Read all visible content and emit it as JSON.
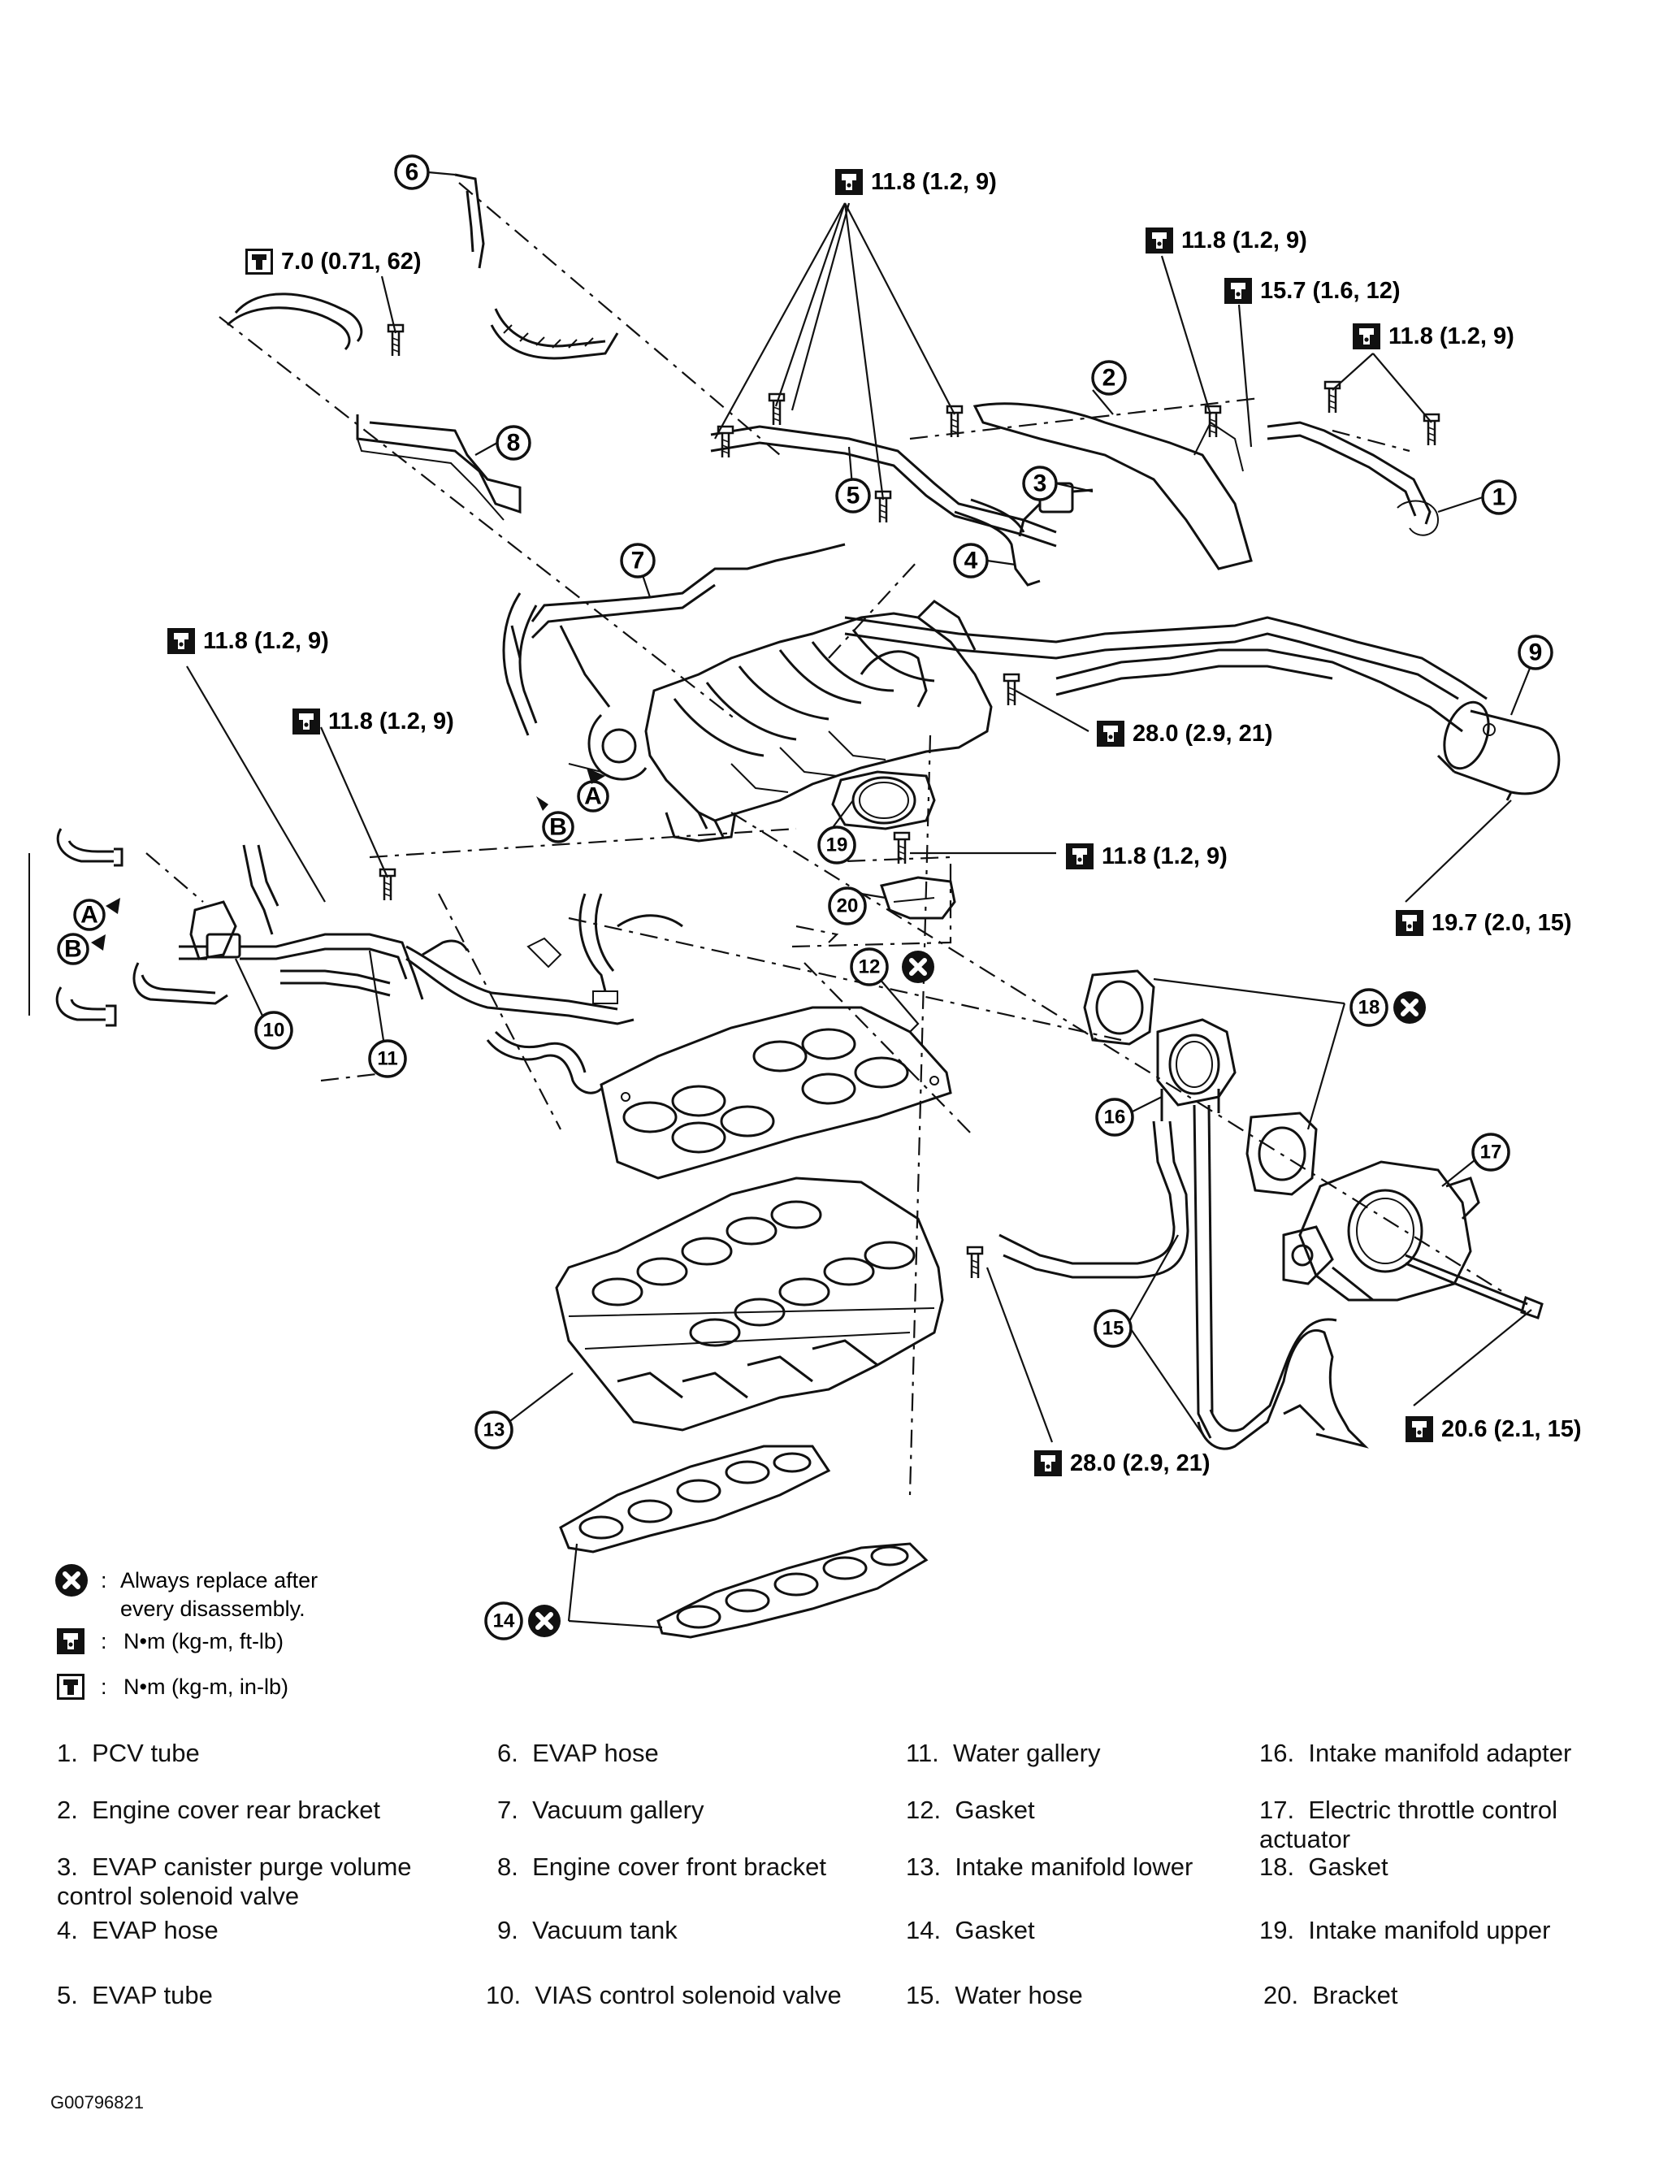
{
  "diagram": {
    "callouts": [
      "1",
      "2",
      "3",
      "4",
      "5",
      "6",
      "7",
      "8",
      "9",
      "10",
      "11",
      "12",
      "13",
      "14",
      "15",
      "16",
      "17",
      "18",
      "19",
      "20"
    ],
    "letters": [
      "A",
      "B"
    ],
    "torque_specs": [
      {
        "id": "t_top",
        "text": "11.8 (1.2, 9)"
      },
      {
        "id": "t_70",
        "text": "7.0 (0.71, 62)"
      },
      {
        "id": "t_r1",
        "text": "11.8 (1.2, 9)"
      },
      {
        "id": "t_157",
        "text": "15.7 (1.6, 12)"
      },
      {
        "id": "t_r2",
        "text": "11.8 (1.2, 9)"
      },
      {
        "id": "t_l1",
        "text": "11.8 (1.2, 9)"
      },
      {
        "id": "t_l2",
        "text": "11.8 (1.2, 9)"
      },
      {
        "id": "t_280a",
        "text": "28.0 (2.9, 21)"
      },
      {
        "id": "t_c1",
        "text": "11.8 (1.2, 9)"
      },
      {
        "id": "t_197",
        "text": "19.7 (2.0, 15)"
      },
      {
        "id": "t_280b",
        "text": "28.0 (2.9, 21)"
      },
      {
        "id": "t_206",
        "text": "20.6 (2.1, 15)"
      }
    ]
  },
  "legend": {
    "replace": [
      "Always replace after",
      "every disassembly."
    ],
    "torque_ft": "N•m  (kg-m, ft-lb)",
    "torque_in": "N•m  (kg-m, in-lb)",
    "separator": ":"
  },
  "parts": [
    {
      "num": "1.",
      "name": "PCV tube"
    },
    {
      "num": "2.",
      "name": "Engine cover rear bracket"
    },
    {
      "num": "3.",
      "name": "EVAP canister purge volume control solenoid valve"
    },
    {
      "num": "4.",
      "name": "EVAP hose"
    },
    {
      "num": "5.",
      "name": "EVAP tube"
    },
    {
      "num": "6.",
      "name": "EVAP hose"
    },
    {
      "num": "7.",
      "name": "Vacuum gallery"
    },
    {
      "num": "8.",
      "name": "Engine cover front bracket"
    },
    {
      "num": "9.",
      "name": "Vacuum tank"
    },
    {
      "num": "10.",
      "name": "VIAS control solenoid valve"
    },
    {
      "num": "11.",
      "name": "Water gallery"
    },
    {
      "num": "12.",
      "name": "Gasket"
    },
    {
      "num": "13.",
      "name": "Intake manifold lower"
    },
    {
      "num": "14.",
      "name": "Gasket"
    },
    {
      "num": "15.",
      "name": "Water hose"
    },
    {
      "num": "16.",
      "name": "Intake manifold adapter"
    },
    {
      "num": "17.",
      "name": "Electric throttle control actuator"
    },
    {
      "num": "18.",
      "name": "Gasket"
    },
    {
      "num": "19.",
      "name": "Intake manifold upper"
    },
    {
      "num": "20.",
      "name": "Bracket"
    }
  ],
  "footer": {
    "code": "G00796821"
  }
}
